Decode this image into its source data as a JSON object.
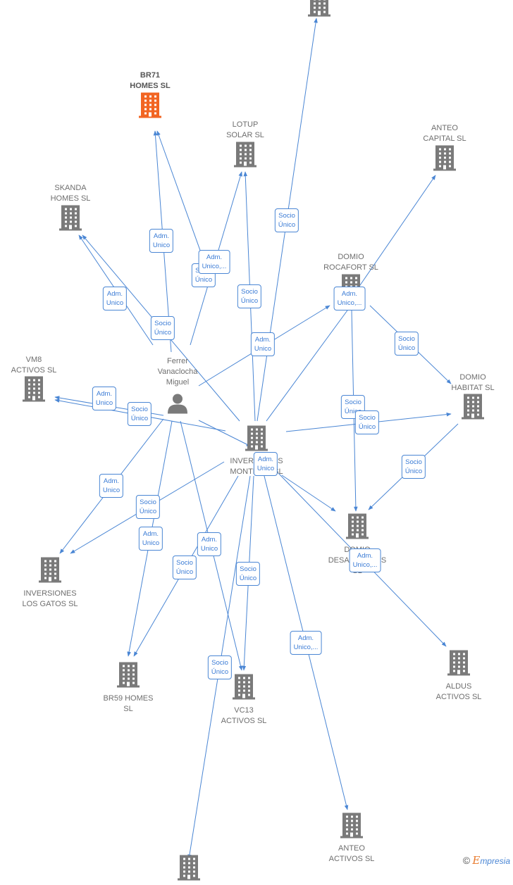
{
  "colors": {
    "edge": "#4a86d4",
    "node": "#7a7a7a",
    "highlight": "#f26522"
  },
  "nodes": [
    {
      "id": "top",
      "lines": [],
      "icon": "building-icon",
      "color": "#7a7a7a"
    },
    {
      "id": "br71",
      "lines": [
        "BR71",
        "HOMES  SL"
      ],
      "icon": "building-icon",
      "color": "#f26522",
      "main": true
    },
    {
      "id": "lotup",
      "lines": [
        "LOTUP",
        "SOLAR  SL"
      ],
      "icon": "building-icon",
      "color": "#7a7a7a"
    },
    {
      "id": "anteo_cap",
      "lines": [
        "ANTEO",
        "CAPITAL  SL"
      ],
      "icon": "building-icon",
      "color": "#7a7a7a"
    },
    {
      "id": "skanda",
      "lines": [
        "SKANDA",
        "HOMES  SL"
      ],
      "icon": "building-icon",
      "color": "#7a7a7a"
    },
    {
      "id": "rocafort",
      "lines": [
        "DOMIO",
        "ROCAFORT  SL"
      ],
      "icon": "building-icon",
      "color": "#7a7a7a"
    },
    {
      "id": "vm8",
      "lines": [
        "VM8",
        "ACTIVOS  SL"
      ],
      "icon": "building-icon",
      "color": "#7a7a7a"
    },
    {
      "id": "ferrer",
      "lines": [
        "Ferrer",
        "Vanaclocha",
        "Miguel"
      ],
      "icon": "person-icon",
      "color": "#7a7a7a"
    },
    {
      "id": "habitat",
      "lines": [
        "DOMIO",
        "HABITAT  SL"
      ],
      "icon": "building-icon",
      "color": "#7a7a7a"
    },
    {
      "id": "montepio",
      "lines": [
        "INVERSIONES",
        "MONTEPIO SL"
      ],
      "icon": "building-icon",
      "color": "#7a7a7a"
    },
    {
      "id": "desarrollos",
      "lines": [
        "DOMIO",
        "DESARROLLOS",
        "SL"
      ],
      "icon": "building-icon",
      "color": "#7a7a7a"
    },
    {
      "id": "gatos",
      "lines": [
        "INVERSIONES",
        "LOS GATOS SL"
      ],
      "icon": "building-icon",
      "color": "#7a7a7a"
    },
    {
      "id": "aldus",
      "lines": [
        "ALDUS",
        "ACTIVOS  SL"
      ],
      "icon": "building-icon",
      "color": "#7a7a7a"
    },
    {
      "id": "br59",
      "lines": [
        "BR59 HOMES",
        "SL"
      ],
      "icon": "building-icon",
      "color": "#7a7a7a"
    },
    {
      "id": "vc13",
      "lines": [
        "VC13",
        "ACTIVOS  SL"
      ],
      "icon": "building-icon",
      "color": "#7a7a7a"
    },
    {
      "id": "anteo_act",
      "lines": [
        "ANTEO",
        "ACTIVOS  SL"
      ],
      "icon": "building-icon",
      "color": "#7a7a7a"
    },
    {
      "id": "bottom",
      "lines": [],
      "icon": "building-icon",
      "color": "#7a7a7a"
    }
  ],
  "edges": [
    {
      "from": "ferrer",
      "to": "br71",
      "label": [
        "Adm.",
        "Unico"
      ]
    },
    {
      "from": "montepio",
      "to": "br71",
      "label": [
        "Socio",
        "Único"
      ]
    },
    {
      "from": "ferrer",
      "to": "lotup",
      "label": [
        "Adm.",
        "Unico,..."
      ]
    },
    {
      "from": "montepio",
      "to": "lotup",
      "label": [
        "Socio",
        "Único"
      ]
    },
    {
      "from": "montepio",
      "to": "top",
      "label": [
        "Socio",
        "Único"
      ]
    },
    {
      "from": "ferrer",
      "to": "skanda",
      "label": [
        "Adm.",
        "Unico"
      ]
    },
    {
      "from": "montepio",
      "to": "skanda",
      "label": [
        "Socio",
        "Único"
      ]
    },
    {
      "from": "ferrer",
      "to": "rocafort",
      "label": [
        "Adm.",
        "Unico"
      ]
    },
    {
      "from": "montepio",
      "to": "rocafort",
      "label": []
    },
    {
      "from": "rocafort",
      "to": "anteo_cap",
      "label": [
        "Adm.",
        "Unico,..."
      ]
    },
    {
      "from": "rocafort",
      "to": "habitat",
      "label": [
        "Socio",
        "Único"
      ]
    },
    {
      "from": "rocafort",
      "to": "desarrollos",
      "label": [
        "Socio",
        "Único"
      ]
    },
    {
      "from": "ferrer",
      "to": "vm8",
      "label": [
        "Adm.",
        "Unico"
      ]
    },
    {
      "from": "montepio",
      "to": "vm8",
      "label": [
        "Socio",
        "Único"
      ]
    },
    {
      "from": "ferrer",
      "to": "montepio",
      "label": [
        "Adm.",
        "Unico"
      ]
    },
    {
      "from": "montepio",
      "to": "habitat",
      "label": [
        "Socio",
        "Único"
      ]
    },
    {
      "from": "habitat",
      "to": "desarrollos",
      "label": [
        "Socio",
        "Único"
      ]
    },
    {
      "from": "montepio",
      "to": "desarrollos",
      "label": []
    },
    {
      "from": "ferrer",
      "to": "gatos",
      "label": [
        "Adm.",
        "Unico"
      ]
    },
    {
      "from": "montepio",
      "to": "gatos",
      "label": [
        "Socio",
        "Único"
      ]
    },
    {
      "from": "ferrer",
      "to": "br59",
      "label": [
        "Adm.",
        "Unico"
      ]
    },
    {
      "from": "montepio",
      "to": "br59",
      "label": [
        "Socio",
        "Único"
      ]
    },
    {
      "from": "ferrer",
      "to": "vc13",
      "label": [
        "Adm.",
        "Unico"
      ]
    },
    {
      "from": "montepio",
      "to": "vc13",
      "label": [
        "Socio",
        "Único"
      ]
    },
    {
      "from": "montepio",
      "to": "bottom",
      "label": [
        "Socio",
        "Único"
      ]
    },
    {
      "from": "montepio",
      "to": "anteo_act",
      "label": [
        "Adm.",
        "Unico,..."
      ]
    },
    {
      "from": "montepio",
      "to": "aldus",
      "label": [
        "Adm.",
        "Unico,..."
      ]
    }
  ],
  "brand": {
    "symbol": "©",
    "initial": "E",
    "rest": "mpresia"
  }
}
